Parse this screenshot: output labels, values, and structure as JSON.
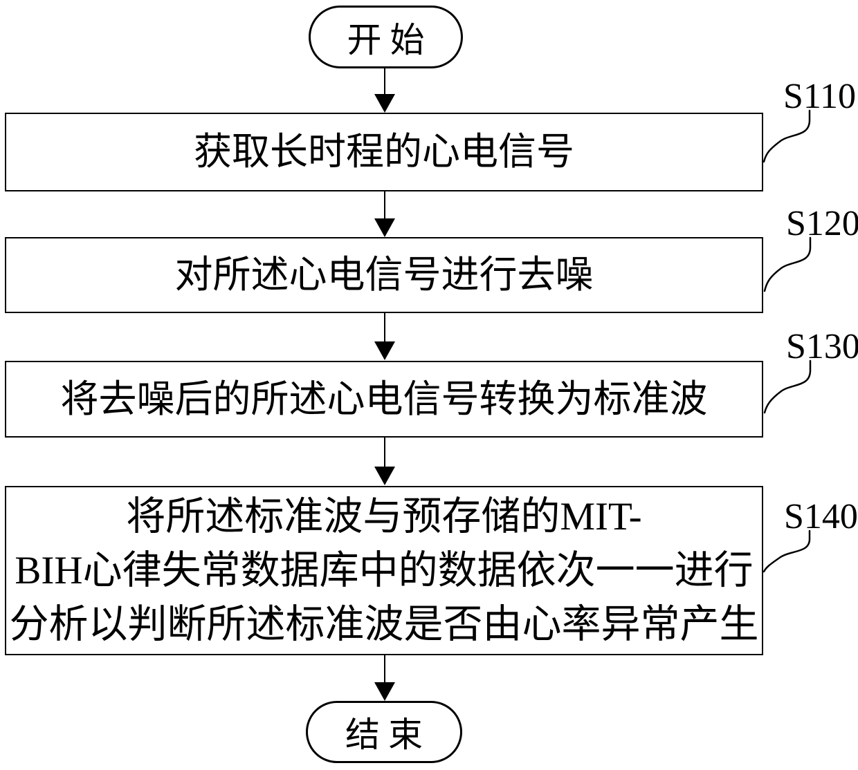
{
  "flowchart": {
    "start_label": "开始",
    "end_label": "结束",
    "steps": [
      {
        "id": "S110",
        "text": "获取长时程的心电信号"
      },
      {
        "id": "S120",
        "text": "对所述心电信号进行去噪"
      },
      {
        "id": "S130",
        "text": "将去噪后的所述心电信号转换为标准波"
      },
      {
        "id": "S140",
        "lines": [
          "将所述标准波与预存储的MIT-",
          "BIH心律失常数据库中的数据依次一一进行",
          "分析以判断所述标准波是否由心率异常产生"
        ]
      }
    ],
    "colors": {
      "stroke": "#000000",
      "background": "#ffffff",
      "text": "#000000"
    }
  }
}
